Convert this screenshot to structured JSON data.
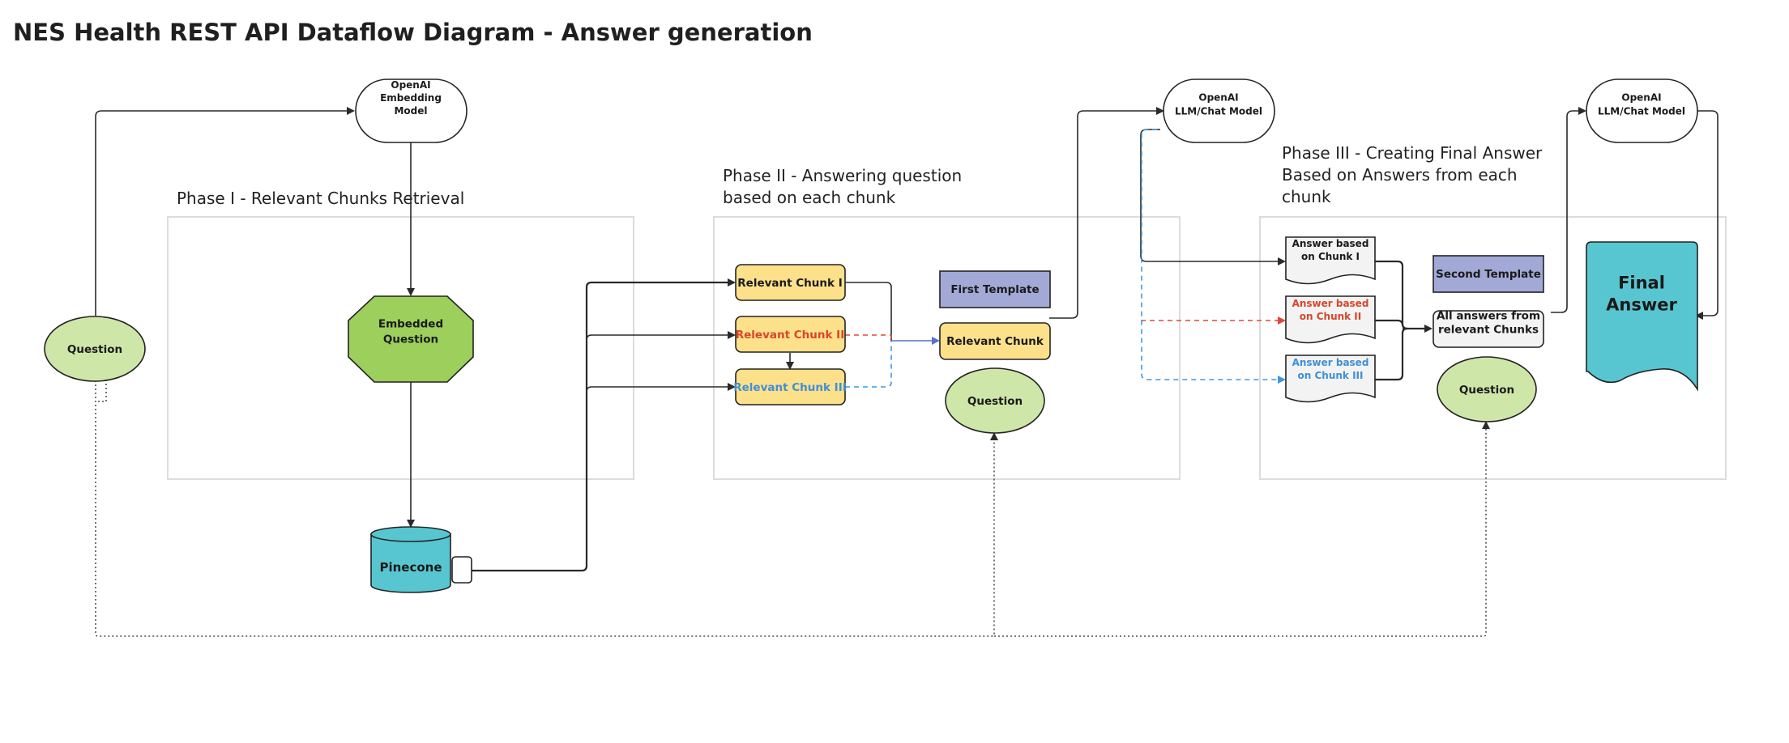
{
  "title": "NES Health REST API Dataflow Diagram - Answer generation",
  "phases": {
    "phase1": {
      "lines": [
        "Phase I - Relevant Chunks Retrieval"
      ]
    },
    "phase2": {
      "lines": [
        "Phase II - Answering question",
        "based on each chunk"
      ]
    },
    "phase3": {
      "lines": [
        "Phase III - Creating Final Answer",
        "Based on Answers from each",
        "chunk"
      ]
    }
  },
  "nodes": {
    "question_start": {
      "lines": [
        "Question"
      ]
    },
    "embedding_model": {
      "lines": [
        "OpenAI",
        "Embedding",
        "Model"
      ]
    },
    "embedded_question": {
      "lines": [
        "Embedded",
        "Question"
      ]
    },
    "pinecone": {
      "lines": [
        "Pinecone"
      ]
    },
    "chunk1": {
      "lines": [
        "Relevant Chunk I"
      ]
    },
    "chunk2": {
      "lines": [
        "Relevant Chunk II"
      ]
    },
    "chunk3": {
      "lines": [
        "Relevant Chunk III"
      ]
    },
    "first_template": {
      "lines": [
        "First Template"
      ]
    },
    "relevant_chunk": {
      "lines": [
        "Relevant Chunk"
      ]
    },
    "question_phase2": {
      "lines": [
        "Question"
      ]
    },
    "llm_model_1": {
      "lines": [
        "OpenAI",
        "LLM/Chat Model"
      ]
    },
    "answer1": {
      "lines": [
        "Answer based",
        "on Chunk I"
      ]
    },
    "answer2": {
      "lines": [
        "Answer based",
        "on Chunk II"
      ]
    },
    "answer3": {
      "lines": [
        "Answer based",
        "on Chunk III"
      ]
    },
    "second_template": {
      "lines": [
        "Second Template"
      ]
    },
    "all_answers": {
      "lines": [
        "All answers from",
        "relevant Chunks"
      ]
    },
    "question_phase3": {
      "lines": [
        "Question"
      ]
    },
    "llm_model_2": {
      "lines": [
        "OpenAI",
        "LLM/Chat Model"
      ]
    },
    "final_answer": {
      "lines": [
        "Final",
        "Answer"
      ]
    }
  },
  "colors": {
    "light_green": "#cfe6a9",
    "green": "#9ccf5c",
    "cyan": "#58c6d0",
    "yellow": "#fde08a",
    "purple": "#a2a9d6",
    "gray": "#f3f3f3",
    "white": "#ffffff",
    "red_text": "#d9452b",
    "blue_text": "#3f8fd8"
  }
}
